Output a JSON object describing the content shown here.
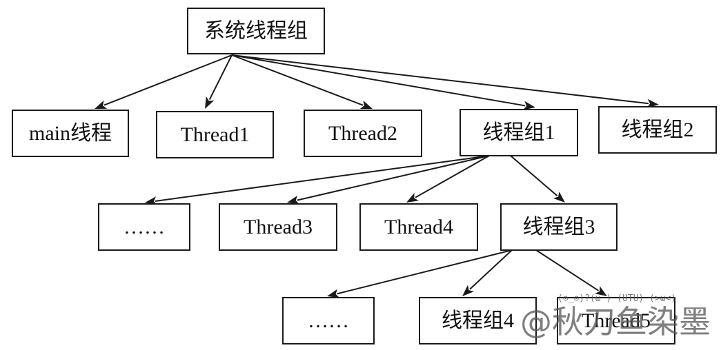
{
  "diagram": {
    "nodes": [
      {
        "id": "root",
        "label": "系统线程组"
      },
      {
        "id": "main",
        "label": "main线程"
      },
      {
        "id": "t1",
        "label": "Thread1"
      },
      {
        "id": "t2",
        "label": "Thread2"
      },
      {
        "id": "g1",
        "label": "线程组1"
      },
      {
        "id": "g2",
        "label": "线程组2"
      },
      {
        "id": "dots1",
        "label": "……"
      },
      {
        "id": "t3",
        "label": "Thread3"
      },
      {
        "id": "t4",
        "label": "Thread4"
      },
      {
        "id": "g3",
        "label": "线程组3"
      },
      {
        "id": "dots2",
        "label": "……"
      },
      {
        "id": "g4",
        "label": "线程组4"
      },
      {
        "id": "t5",
        "label": "Thread5"
      }
    ],
    "edges": [
      [
        "root",
        "main"
      ],
      [
        "root",
        "t1"
      ],
      [
        "root",
        "t2"
      ],
      [
        "root",
        "g1"
      ],
      [
        "root",
        "g2"
      ],
      [
        "g1",
        "dots1"
      ],
      [
        "g1",
        "t3"
      ],
      [
        "g1",
        "t4"
      ],
      [
        "g1",
        "g3"
      ],
      [
        "g3",
        "dots2"
      ],
      [
        "g3",
        "g4"
      ],
      [
        "g3",
        "t5"
      ]
    ]
  },
  "watermark": {
    "faces": "(⊙_⊙)?(ω´) (UTU) (>ω<)",
    "text": "@秋刀鱼染墨"
  }
}
